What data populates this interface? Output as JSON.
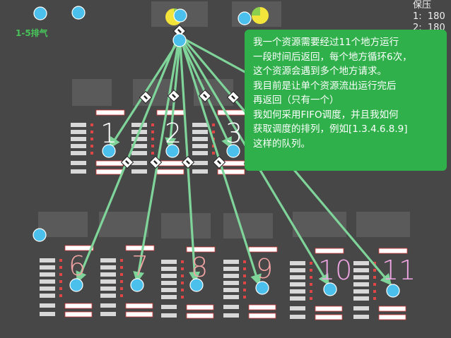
{
  "header": {
    "exhaust_label": "1-5排气",
    "pressure_title": "保压",
    "pressure_rows": [
      "1:  180",
      "2:  180"
    ]
  },
  "callout": {
    "lines": [
      "我一个资源需要经过11个地方运行",
      "一段时间后返回，每个地方循环6次，",
      "这个资源会遇到多个地方请求。",
      "我目前是让单个资源流出运行完后",
      "再返回（只有一个）",
      "我如何采用FIFO调度，并且我如何",
      "获取调度的排列，例如[1.3.4.6.8.9]",
      "这样的队列。"
    ]
  },
  "stations": [
    {
      "label": "1",
      "color": "#ffffff"
    },
    {
      "label": "2",
      "color": "#ffffff"
    },
    {
      "label": "3",
      "color": "#ffffff"
    },
    {
      "label": "6",
      "color": "#f2a3a3"
    },
    {
      "label": "7",
      "color": "#f2a3a3"
    },
    {
      "label": "8",
      "color": "#f2a3a3"
    },
    {
      "label": "9",
      "color": "#f2a3a3"
    },
    {
      "label": "10",
      "color": "#f1a6e6"
    },
    {
      "label": "11",
      "color": "#f1a6e6"
    }
  ],
  "colors": {
    "background": "#474747",
    "arrow": "#7fd49a",
    "node": "#4cc0ec",
    "callout": "#2fb04a",
    "pie_yellow": "#f3e43b",
    "pie_green": "#8bcf4f"
  },
  "icons": {
    "hub": "hub-node-icon",
    "resource_gauge": "pie-gauge-icon",
    "valve": "diamond-valve-icon"
  }
}
